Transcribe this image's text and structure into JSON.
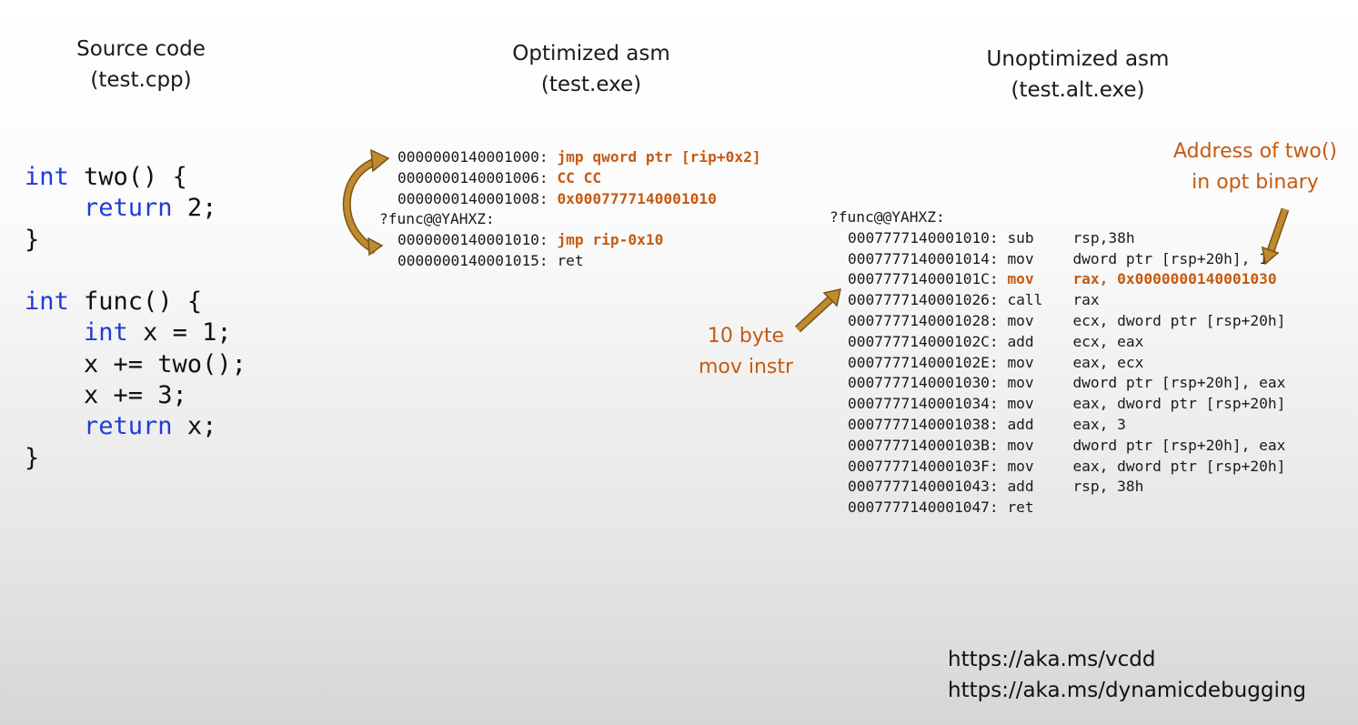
{
  "headings": {
    "source": [
      "Source code",
      "(test.cpp)"
    ],
    "optimized": [
      "Optimized asm",
      "(test.exe)"
    ],
    "unoptimized": [
      "Unoptimized asm",
      "(test.alt.exe)"
    ]
  },
  "source_code": [
    [
      {
        "t": "int",
        "k": true
      },
      {
        "t": " two() {"
      }
    ],
    [
      {
        "t": "    "
      },
      {
        "t": "return",
        "k": true
      },
      {
        "t": " 2;"
      }
    ],
    [
      {
        "t": "}"
      }
    ],
    [
      {
        "t": ""
      }
    ],
    [
      {
        "t": "int",
        "k": true
      },
      {
        "t": " func() {"
      }
    ],
    [
      {
        "t": "    "
      },
      {
        "t": "int",
        "k": true
      },
      {
        "t": " x = 1;"
      }
    ],
    [
      {
        "t": "    x += two();"
      }
    ],
    [
      {
        "t": "    x += 3;"
      }
    ],
    [
      {
        "t": "    "
      },
      {
        "t": "return",
        "k": true
      },
      {
        "t": " x;"
      }
    ],
    [
      {
        "t": "}"
      }
    ]
  ],
  "optimized_asm": [
    {
      "label": null,
      "addr": "0000000140001000:",
      "instr": "jmp qword ptr [rip+0x2]",
      "hl": true
    },
    {
      "label": null,
      "addr": "0000000140001006:",
      "instr": "CC CC",
      "hl": true
    },
    {
      "label": null,
      "addr": "0000000140001008:",
      "instr": "0x0007777140001010",
      "hl": true
    },
    {
      "label": "?func@@YAHXZ:"
    },
    {
      "label": null,
      "addr": "0000000140001010:",
      "instr": "jmp rip-0x10",
      "hl": true
    },
    {
      "label": null,
      "addr": "0000000140001015:",
      "instr": "ret",
      "hl": false
    }
  ],
  "unoptimized_asm": {
    "label": "?func@@YAHXZ:",
    "rows": [
      {
        "addr": "0007777140001010:",
        "mn": "sub",
        "ops": "rsp,38h",
        "hl": false
      },
      {
        "addr": "0007777140001014:",
        "mn": "mov",
        "ops": "dword ptr [rsp+20h], 1",
        "hl": false
      },
      {
        "addr": "000777714000101C:",
        "mn": "mov",
        "ops": "rax, 0x0000000140001030",
        "hl": true
      },
      {
        "addr": "0007777140001026:",
        "mn": "call",
        "ops": "rax",
        "hl": false
      },
      {
        "addr": "0007777140001028:",
        "mn": "mov",
        "ops": "ecx, dword ptr [rsp+20h]",
        "hl": false
      },
      {
        "addr": "000777714000102C:",
        "mn": "add",
        "ops": "ecx, eax",
        "hl": false
      },
      {
        "addr": "000777714000102E:",
        "mn": "mov",
        "ops": "eax, ecx",
        "hl": false
      },
      {
        "addr": "0007777140001030:",
        "mn": "mov",
        "ops": "dword ptr [rsp+20h], eax",
        "hl": false
      },
      {
        "addr": "0007777140001034:",
        "mn": "mov",
        "ops": "eax, dword ptr [rsp+20h]",
        "hl": false
      },
      {
        "addr": "0007777140001038:",
        "mn": "add",
        "ops": "eax, 3",
        "hl": false
      },
      {
        "addr": "000777714000103B:",
        "mn": "mov",
        "ops": "dword ptr [rsp+20h], eax",
        "hl": false
      },
      {
        "addr": "000777714000103F:",
        "mn": "mov",
        "ops": "eax, dword ptr [rsp+20h]",
        "hl": false
      },
      {
        "addr": "0007777140001043:",
        "mn": "add",
        "ops": "rsp, 38h",
        "hl": false
      },
      {
        "addr": "0007777140001047:",
        "mn": "ret",
        "ops": "",
        "hl": false
      }
    ]
  },
  "annotations": {
    "address_note": [
      "Address of two()",
      "in opt binary"
    ],
    "mov_note": [
      "10 byte",
      "mov instr"
    ]
  },
  "links": [
    "https://aka.ms/vcdd",
    "https://aka.ms/dynamicdebugging"
  ],
  "colors": {
    "highlight": "#c55a11",
    "keyword": "#1f3bd6",
    "arrow": "#c08a2e"
  }
}
